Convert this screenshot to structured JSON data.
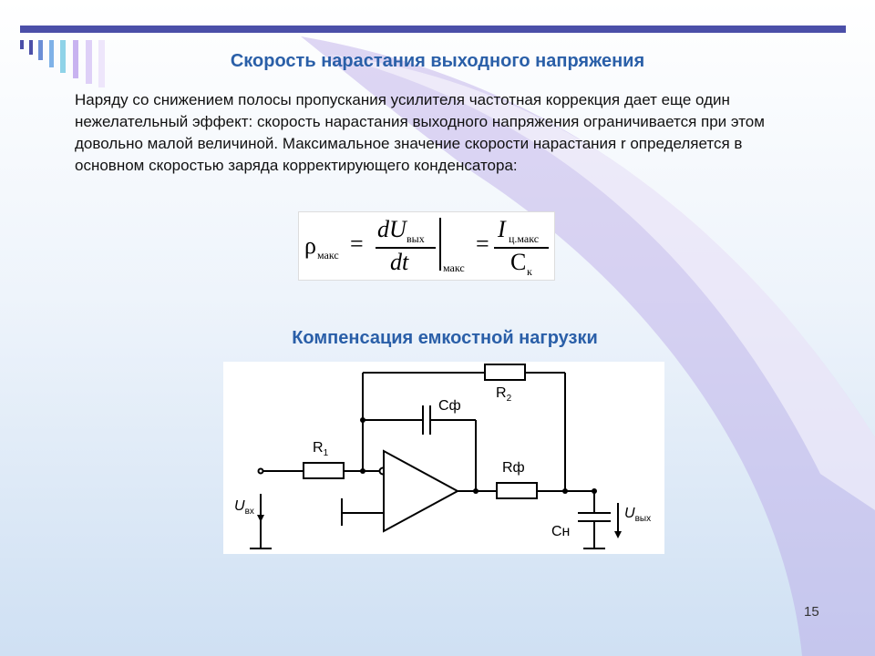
{
  "slide": {
    "title": "Скорость нарастания выходного напряжения",
    "paragraph": "Наряду со снижением полосы пропускания усилителя частотная коррекция дает еще один нежелательный эффект: скорость нарастания выходного напряжения ограничивается при этом довольно малой величиной. Максимальное значение скорости нарастания r определяется в основном скоростью заряда корректирующего конденсатора:",
    "section_title": "Компенсация емкостной нагрузки",
    "page_number": "15"
  },
  "formula": {
    "rho": "ρ",
    "rho_sub": "макс",
    "eq1": "=",
    "num1": "dU",
    "num1_sub": "вых",
    "den1": "dt",
    "eval_sub": "макс",
    "eq2": "=",
    "num2": "I",
    "num2_sub": "ц.макс",
    "den2": "C",
    "den2_sub": "к"
  },
  "circuit": {
    "r1": "R",
    "r1_sub": "1",
    "r2": "R",
    "r2_sub": "2",
    "cf": "Сф",
    "rf": "Rф",
    "cn": "Сн",
    "uin": "U",
    "uin_sub": "вх",
    "uout": "U",
    "uout_sub": "вых"
  },
  "colors": {
    "title": "#2a5fa8",
    "top_bar": "#4b4fa8",
    "swoosh": "#b9a7e6"
  }
}
